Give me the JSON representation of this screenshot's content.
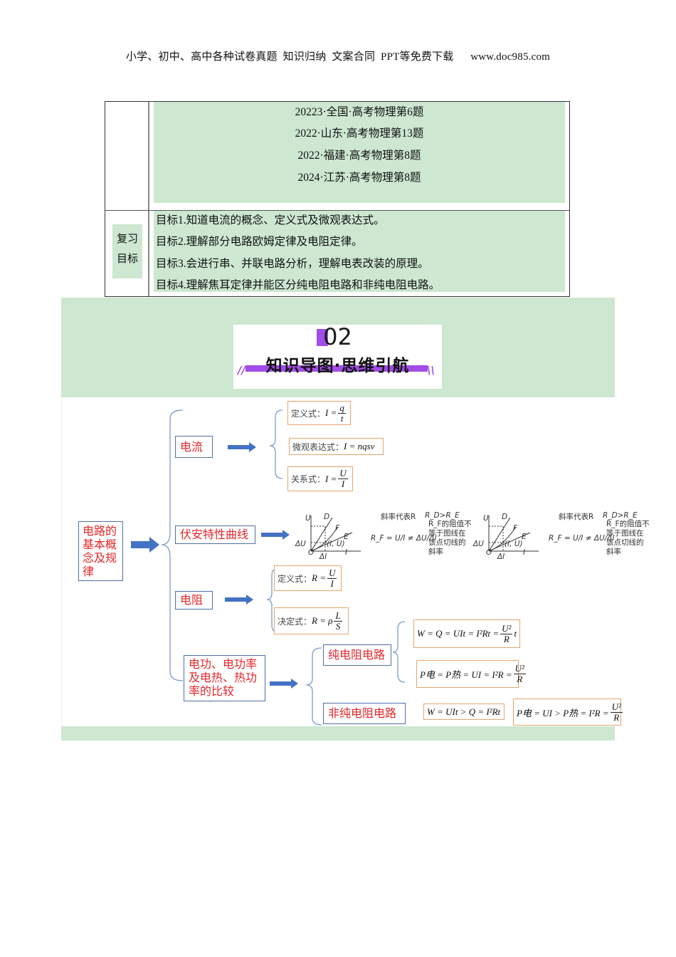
{
  "header": {
    "text": "小学、初中、高中各种试卷真题  知识归纳  文案合同  PPT等免费下载",
    "url": "www.doc985.com"
  },
  "table": {
    "exams": [
      "20223·全国·高考物理第6题",
      "2022·山东·高考物理第13题",
      "2022·福建·高考物理第8题",
      "2024·江苏·高考物理第8题"
    ],
    "goal_label_line1": "复习",
    "goal_label_line2": "目标",
    "goals": [
      "目标1.知道电流的概念、定义式及微观表达式。",
      "目标2.理解部分电路欧姆定律及电阻定律。",
      "目标3.会进行串、并联电路分析，理解电表改装的原理。",
      "目标4.理解焦耳定律并能区分纯电阻电路和非纯电阻电路。"
    ]
  },
  "section": {
    "number": "02",
    "title": "知识导图·思维引航",
    "deco_left": "//",
    "deco_right": "\\\\"
  },
  "accent_colors": {
    "band_green": "#cde7d1",
    "purple": "#a24de8",
    "node_text_red": "#e5262a",
    "node_border_blue": "#4f6fa8",
    "formula_border_orange": "#e8a46b",
    "arrow_blue": "#4472c4"
  },
  "mindmap": {
    "root": "电路的基本概念及规律",
    "root_lines": [
      "电路的",
      "基本概",
      "念及规",
      "律"
    ],
    "current": {
      "label": "电流",
      "def_label": "定义式：",
      "def_lhs": "I =",
      "def_num": "q",
      "def_den": "t",
      "micro_label": "微观表达式：",
      "micro_formula": "I = nqsv",
      "rel_label": "关系式：",
      "rel_lhs": "I =",
      "rel_num": "U",
      "rel_den": "I"
    },
    "vi_curve": {
      "label": "伏安特性曲线",
      "slope_note": "斜率代表R",
      "compare": "R_D>R_E",
      "rf_formula": "R_F = U/I ≠ ΔU/ΔI",
      "note_lines": [
        "R_F的阻值不",
        "等于图线在",
        "该点切线的",
        "斜率"
      ],
      "axis_u": "U",
      "axis_i": "I",
      "origin": "O",
      "point": "(I, U)",
      "du": "ΔU",
      "di": "ΔI",
      "curve_d": "D",
      "curve_e": "E",
      "curve_f": "F"
    },
    "resistance": {
      "label": "电阻",
      "def_label": "定义式：",
      "def_lhs": "R =",
      "def_num": "U",
      "def_den": "I",
      "law_label": "决定式：",
      "law_lhs": "R = ρ",
      "law_num": "L",
      "law_den": "S"
    },
    "power": {
      "label_lines": [
        "电功、电功率",
        "及电热、热功",
        "率的比较"
      ],
      "pure": {
        "label": "纯电阻电路",
        "f1_left": "W = Q = UIt = I²Rt =",
        "f1_num": "U²",
        "f1_den": "R",
        "f1_tail": "t",
        "f2_left": "P电 = P热 = UI = I²R =",
        "f2_num": "U²",
        "f2_den": "R"
      },
      "nonpure": {
        "label": "非纯电阻电路",
        "f1": "W = UIt > Q = I²Rt",
        "f2_left": "P电 = UI > P热 = I²R =",
        "f2_num": "U²",
        "f2_den": "R"
      }
    }
  }
}
